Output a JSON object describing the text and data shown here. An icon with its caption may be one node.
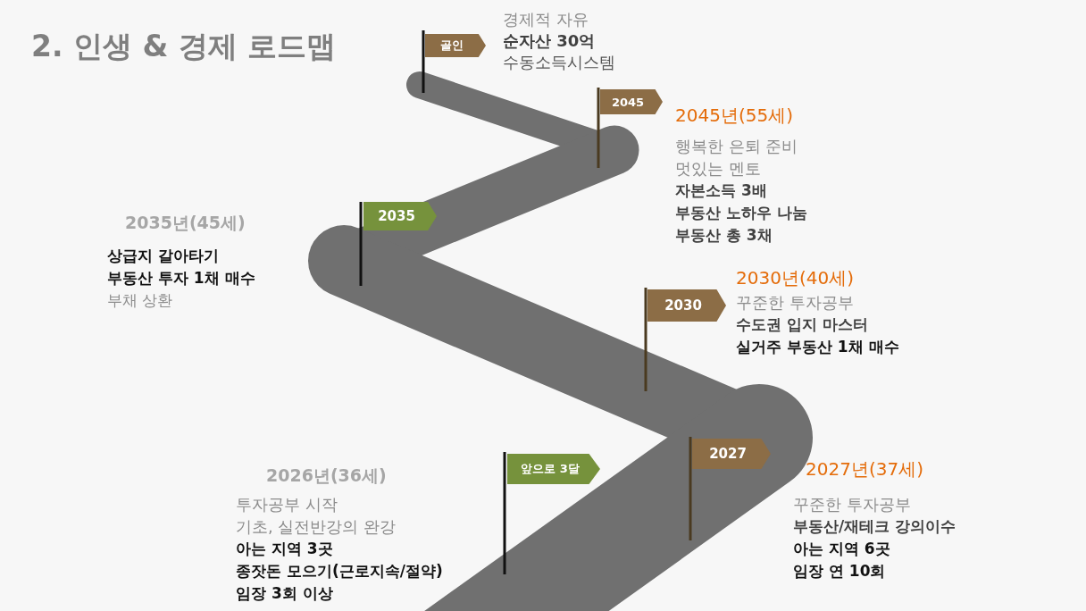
{
  "diagram": {
    "title": "2. 인생 & 경제 로드맵",
    "nodes": [
      {
        "text": [
          "골인"
        ],
        "beside": [
          "경제적 자유",
          "순자산 30억",
          "수동소득시스템"
        ]
      },
      {
        "text": [
          "2045"
        ],
        "beside": [
          "2045년(55세)",
          "행복한 은퇴 준비",
          "멋있는 멘토",
          "자본소득 3배",
          "부동산 노하우 나눔",
          "부동산 총 3채"
        ]
      },
      {
        "text": [
          "2035"
        ],
        "beside": [
          "2035년(45세)",
          "상급지 갈아타기",
          "부동산 투자 1채 매수",
          "부채 상환"
        ]
      },
      {
        "text": [
          "2030"
        ],
        "beside": [
          "2030년(40세)",
          "꾸준한 투자공부",
          "수도권 입지 마스터",
          "실거주 부동산 1채 매수"
        ]
      },
      {
        "text": [
          "2027"
        ],
        "beside": [
          "2027년(37세)",
          "꾸준한 투자공부",
          "부동산/재테크 강의이수",
          "아는 지역 6곳",
          "임장 연 10회"
        ]
      },
      {
        "text": [
          "앞으로 3달"
        ],
        "beside": [
          "2026년(36세)",
          "투자공부 시작",
          "기초, 실전반강의 완강",
          "아는 지역 3곳",
          "종잣돈 모으기(근로지속/절약)",
          "임장 3회 이상"
        ]
      }
    ],
    "edges": []
  }
}
